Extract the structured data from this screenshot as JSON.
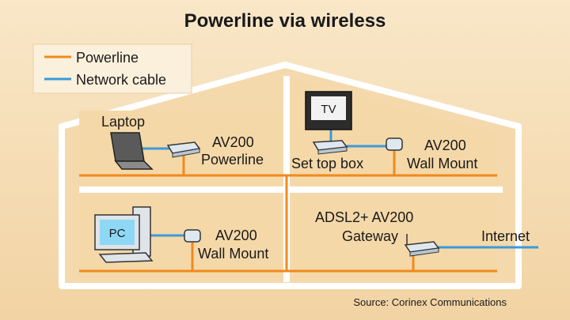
{
  "title": "Powerline via wireless",
  "legend": {
    "powerline": "Powerline",
    "network_cable": "Network cable"
  },
  "labels": {
    "laptop": "Laptop",
    "av200_powerline_1": "AV200",
    "av200_powerline_2": "Powerline",
    "tv": "TV",
    "set_top_box": "Set top box",
    "av200_wall_mount_top_1": "AV200",
    "av200_wall_mount_top_2": "Wall Mount",
    "pc": "PC",
    "av200_wall_mount_bottom_1": "AV200",
    "av200_wall_mount_bottom_2": "Wall Mount",
    "gateway_1": "ADSL2+ AV200",
    "gateway_2": "Gateway",
    "internet": "Internet"
  },
  "source": "Source: Corinex Communications",
  "colors": {
    "background": "#f7e0bc",
    "house_fill": "#f4d9ad",
    "house_outline": "#ffffff",
    "powerline": "#f08a1e",
    "network_cable": "#3a9ad9",
    "screen": "#8fd8f5",
    "device": "#dfe8ee"
  }
}
